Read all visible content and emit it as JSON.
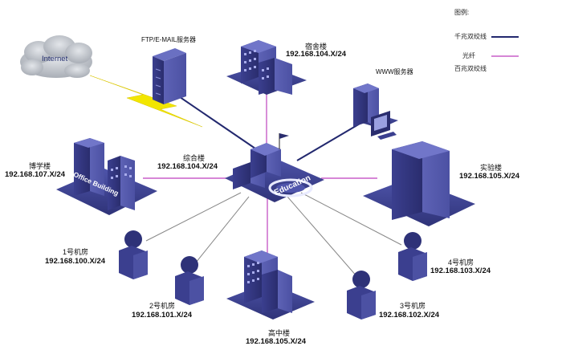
{
  "nodes": {
    "internet": "Internet",
    "ftp": "FTP/E-MAIL服务器",
    "www": "WWW服务器",
    "dorm": {
      "name": "宿舍楼",
      "ip": "192.168.104.X/24"
    },
    "hub": {
      "name": "综合楼",
      "ip": "192.168.104.X/24",
      "sign": "Education"
    },
    "boxue": {
      "name": "博学楼",
      "ip": "192.168.107.X/24",
      "sign": "Office Building"
    },
    "lab": {
      "name": "实验楼",
      "ip": "192.168.105.X/24"
    },
    "room1": {
      "name": "1号机房",
      "ip": "192.168.100.X/24"
    },
    "room2": {
      "name": "2号机房",
      "ip": "192.168.101.X/24"
    },
    "room3": {
      "name": "3号机房",
      "ip": "192.168.102.X/24"
    },
    "room4": {
      "name": "4号机房",
      "ip": "192.168.103.X/24"
    },
    "gaozhong": {
      "name": "高中楼",
      "ip": "192.168.105.X/24"
    }
  },
  "legend": {
    "title": "图例:",
    "gigabit": "千兆双绞线",
    "fiber": "光纤",
    "fast": "百兆双绞线"
  },
  "colors": {
    "gigabit_line": "#22286e",
    "fiber_line": "#c85ec8",
    "fast_line": "#888888",
    "building": "#3b3f8f",
    "lightning": "#f2e600"
  }
}
